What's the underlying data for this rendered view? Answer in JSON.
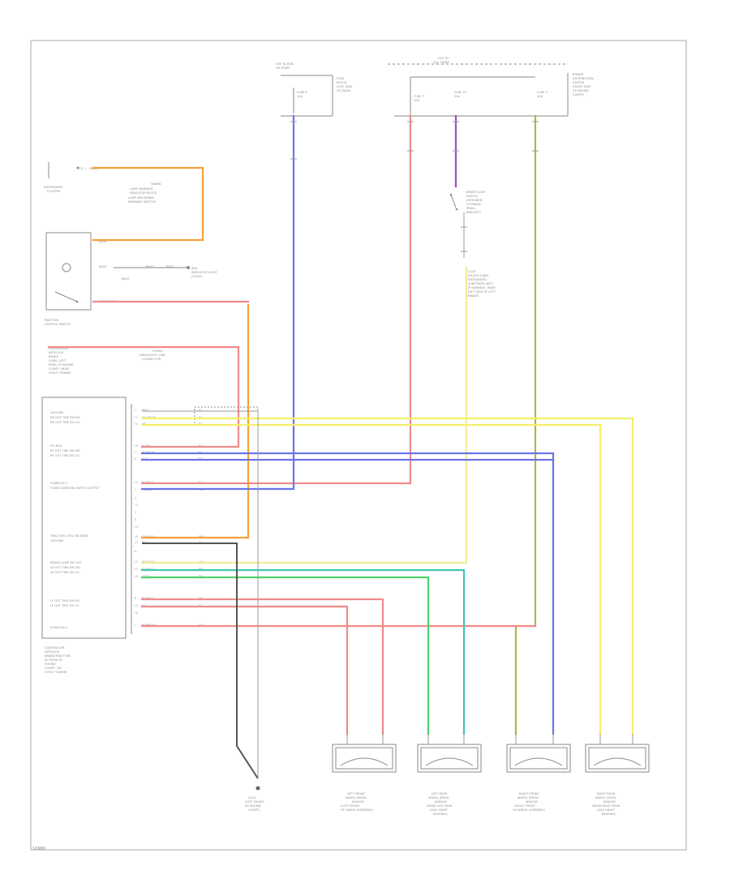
{
  "diagram": {
    "footer": "16986",
    "colors": {
      "orange": "#f6a13a",
      "red": "#f08a8a",
      "blue": "#6b74e8",
      "yellow": "#f3ef6a",
      "purple": "#9c4fc4",
      "olive": "#b4b445",
      "green": "#4fd26a",
      "teal": "#3ec7b6",
      "gray": "#9a9a9a",
      "dark": "#555555"
    },
    "components": [
      "hot-in-run-fuse-block",
      "hot-at-all-times-power-distribution-center",
      "instrument-cluster",
      "traction-control-switch",
      "brake-lamp-switch",
      "controller-antilock-brake",
      "left-front-wheel-speed-sensor",
      "left-rear-wheel-speed-sensor",
      "right-front-wheel-speed-sensor",
      "right-rear-wheel-speed-sensor",
      "ground"
    ]
  }
}
